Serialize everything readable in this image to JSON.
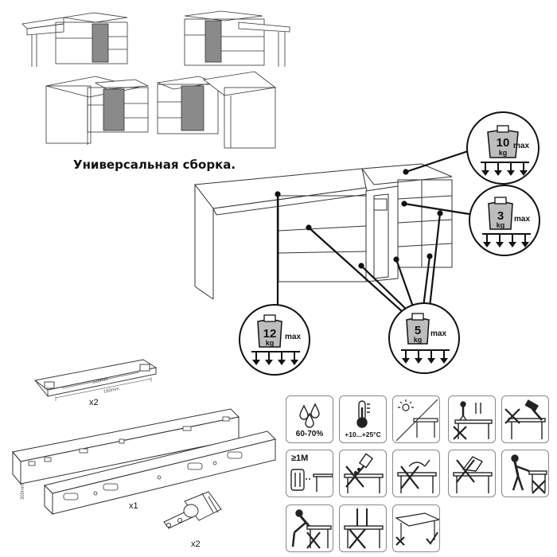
{
  "heading": "Универсальная сборка.",
  "load_badges": [
    {
      "weight": "10",
      "unit": "kg",
      "label": "max"
    },
    {
      "weight": "3",
      "unit": "kg",
      "label": "max"
    },
    {
      "weight": "12",
      "unit": "kg",
      "label": "max"
    },
    {
      "weight": "5",
      "unit": "kg",
      "label": "max"
    }
  ],
  "parts": {
    "runner_qty": "x2",
    "runner_dim_a": "128mm",
    "runner_dim_b": "160mm",
    "slide_qty": "x1",
    "slide_dim": "300mm",
    "hinge_qty": "x2"
  },
  "care_icons": {
    "humidity": "60-70%",
    "temperature": "+10...+25°C",
    "distance": "≥1M"
  },
  "colors": {
    "line": "#222222",
    "cabinet_dark": "#8a8a8a",
    "badge_fill": "#bdbdbd"
  }
}
